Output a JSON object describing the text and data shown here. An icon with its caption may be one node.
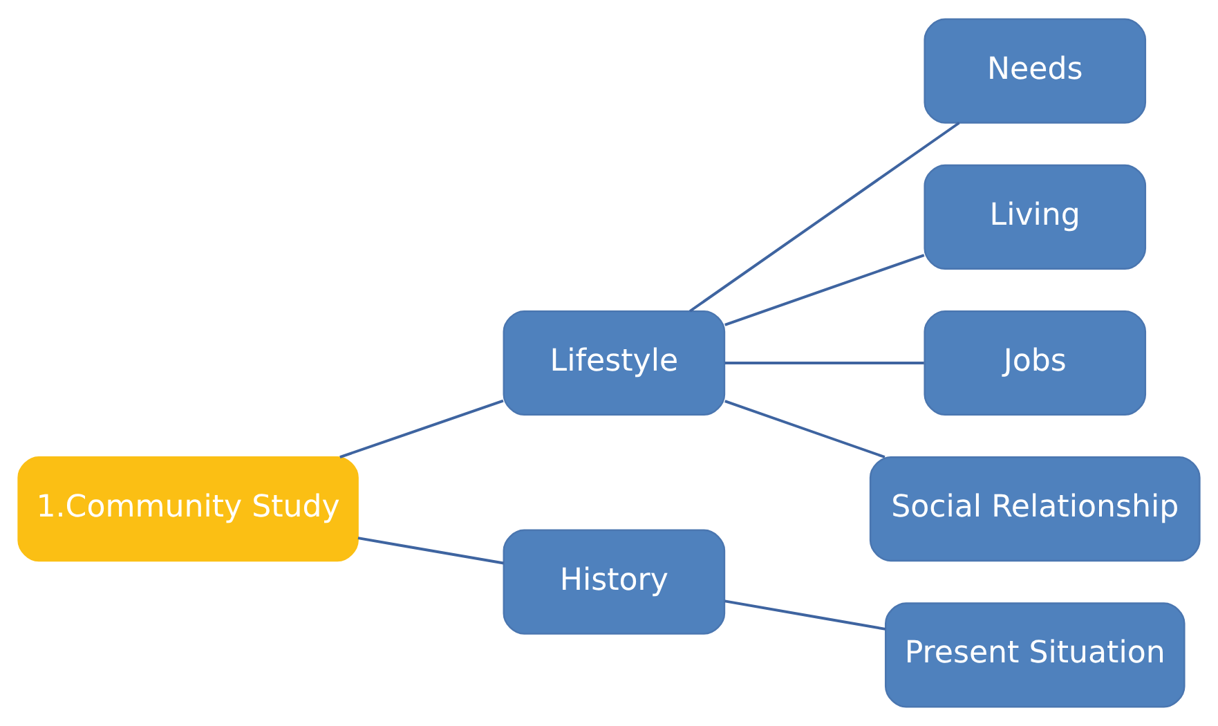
{
  "diagram": {
    "nodes": [
      {
        "text": [
          "1.Community Study"
        ]
      },
      {
        "text": [
          "Lifestyle"
        ]
      },
      {
        "text": [
          "History"
        ]
      },
      {
        "text": [
          "Needs"
        ]
      },
      {
        "text": [
          "Living"
        ]
      },
      {
        "text": [
          "Jobs"
        ]
      },
      {
        "text": [
          "Social Relationship"
        ]
      },
      {
        "text": [
          "Present Situation"
        ]
      }
    ],
    "edges": [
      {
        "from": 0,
        "to": 1,
        "arrow": "none"
      },
      {
        "from": 0,
        "to": 2,
        "arrow": "none"
      },
      {
        "from": 1,
        "to": 3,
        "arrow": "none"
      },
      {
        "from": 1,
        "to": 4,
        "arrow": "none"
      },
      {
        "from": 1,
        "to": 5,
        "arrow": "none"
      },
      {
        "from": 1,
        "to": 6,
        "arrow": "none"
      },
      {
        "from": 2,
        "to": 7,
        "arrow": "none"
      }
    ]
  }
}
